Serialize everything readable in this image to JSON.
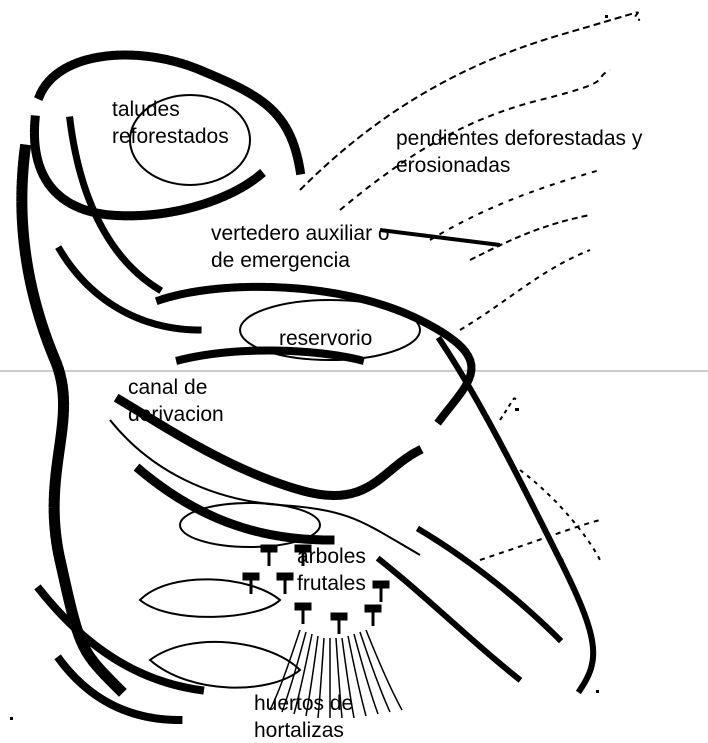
{
  "diagram": {
    "labels": {
      "taludes": [
        "taludes",
        "reforestados"
      ],
      "pendientes": [
        "pendientes deforestadas y",
        "erosionadas"
      ],
      "vertedero": [
        "vertedero auxiliar o",
        "de emergencia"
      ],
      "reservorio": [
        "reservorio"
      ],
      "canal": [
        "canal de",
        "derivacion"
      ],
      "arboles": [
        "árboles",
        "frutales"
      ],
      "huertos": [
        "huertos de",
        "hortalizas"
      ]
    }
  },
  "colors": {
    "ink": "#000000",
    "background": "#ffffff",
    "divider": "#9a9a9a"
  }
}
